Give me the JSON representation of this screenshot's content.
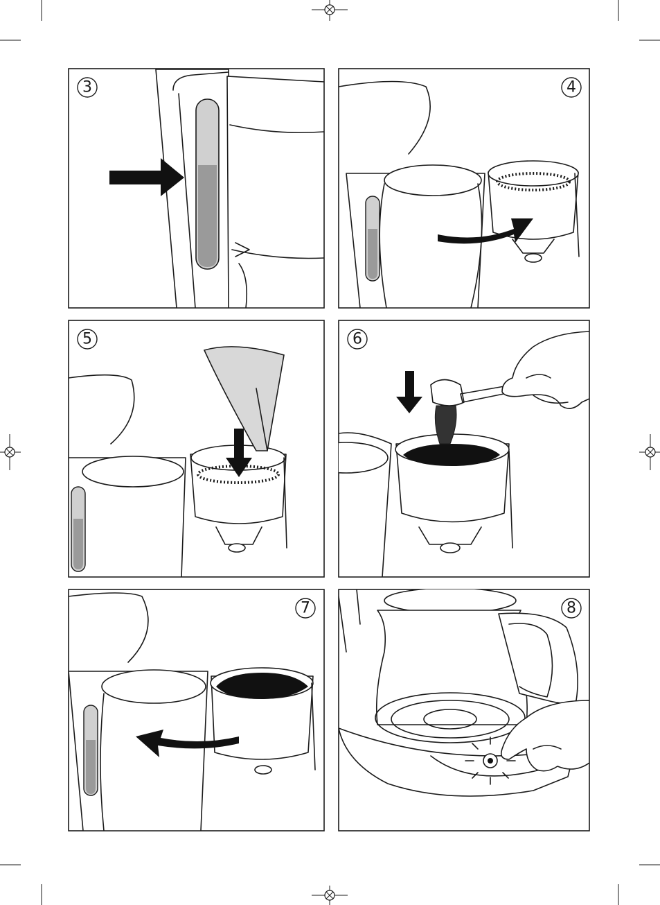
{
  "steps": [
    {
      "number": "3",
      "illustration": "water-level-window"
    },
    {
      "number": "4",
      "illustration": "swing-out-filter-holder"
    },
    {
      "number": "5",
      "illustration": "insert-paper-filter"
    },
    {
      "number": "6",
      "illustration": "add-ground-coffee"
    },
    {
      "number": "7",
      "illustration": "swing-in-filter-holder"
    },
    {
      "number": "8",
      "illustration": "press-on-switch"
    }
  ],
  "colors": {
    "line": "#1a1a1a",
    "water_light": "#d0d0d0",
    "water_dark": "#9a9a9a",
    "coffee": "#111111",
    "filter_paper": "#d8d8d8"
  }
}
